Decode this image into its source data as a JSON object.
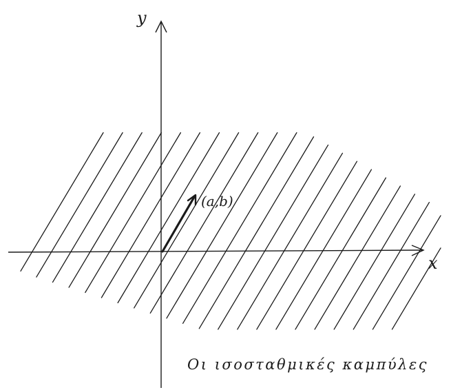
{
  "axes": {
    "x_label": "x",
    "y_label": "y"
  },
  "vector": {
    "label": "(a,b)"
  },
  "caption": "Οι ισοσταθμικές καμπύλες",
  "colors": {
    "ink": "#1a1a1a",
    "paper": "#ffffff"
  }
}
